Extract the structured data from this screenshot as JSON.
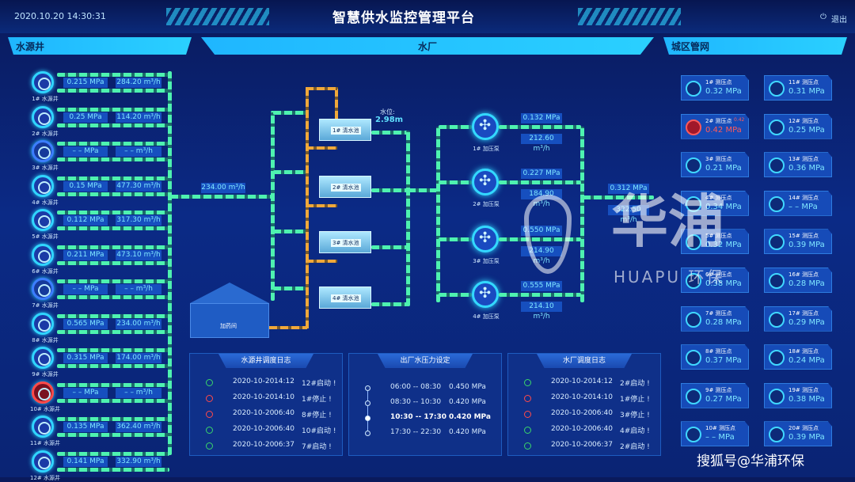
{
  "header": {
    "datetime": "2020.10.20  14:30:31",
    "title": "智慧供水监控管理平台",
    "logout": "退出"
  },
  "panels": {
    "wells": "水源井",
    "plant": "水厂",
    "city": "城区管网"
  },
  "wells": [
    {
      "name": "1# 水源井",
      "pressure": "0.215 MPa",
      "flow": "284.20 m³/h",
      "status": "on"
    },
    {
      "name": "2# 水源井",
      "pressure": "0.25 MPa",
      "flow": "114.20 m³/h",
      "status": "on"
    },
    {
      "name": "3# 水源井",
      "pressure": "– – MPa",
      "flow": "– – m³/h",
      "status": "off"
    },
    {
      "name": "4# 水源井",
      "pressure": "0.15 MPa",
      "flow": "477.30 m³/h",
      "status": "on"
    },
    {
      "name": "5# 水源井",
      "pressure": "0.112 MPa",
      "flow": "317.30 m³/h",
      "status": "on"
    },
    {
      "name": "6# 水源井",
      "pressure": "0.211 MPa",
      "flow": "473.10 m³/h",
      "status": "on"
    },
    {
      "name": "7# 水源井",
      "pressure": "– – MPa",
      "flow": "– – m³/h",
      "status": "off"
    },
    {
      "name": "8# 水源井",
      "pressure": "0.565 MPa",
      "flow": "234.00 m³/h",
      "status": "on"
    },
    {
      "name": "9# 水源井",
      "pressure": "0.315 MPa",
      "flow": "174.00 m³/h",
      "status": "on"
    },
    {
      "name": "10# 水源井",
      "pressure": "– – MPa",
      "flow": "– – m³/h",
      "status": "err"
    },
    {
      "name": "11# 水源井",
      "pressure": "0.135 MPa",
      "flow": "362.40 m³/h",
      "status": "on"
    },
    {
      "name": "12# 水源井",
      "pressure": "0.141 MPa",
      "flow": "332.90 m³/h",
      "status": "on"
    }
  ],
  "plant": {
    "inflow": "234.00 m³/h",
    "level_label": "水位:",
    "level_value": "2.98m",
    "tanks": [
      "1# 清水池",
      "2# 清水池",
      "3# 清水池",
      "4# 清水池"
    ],
    "dosing": "加药间",
    "pumps": [
      {
        "name": "1# 加压泵",
        "pressure": "0.132 MPa",
        "flow": "212.60 m³/h"
      },
      {
        "name": "2# 加压泵",
        "pressure": "0.227 MPa",
        "flow": "184.90 m³/h"
      },
      {
        "name": "3# 加压泵",
        "pressure": "0.550 MPa",
        "flow": "214.90 m³/h"
      },
      {
        "name": "4# 加压泵",
        "pressure": "0.555 MPa",
        "flow": "214.10 m³/h"
      }
    ],
    "out_pressure": "0.312 MPa",
    "out_flow": "322.50 m³/h"
  },
  "city_left": [
    {
      "name": "1# 测压点",
      "value": "0.32 MPa"
    },
    {
      "name": "2# 测压点",
      "value": "0.42 MPa",
      "alarm": "0.42",
      "status": "err"
    },
    {
      "name": "3# 测压点",
      "value": "0.21 MPa"
    },
    {
      "name": "4# 测压点",
      "value": "0.34 MPa"
    },
    {
      "name": "5# 测压点",
      "value": "0.32 MPa"
    },
    {
      "name": "6# 测压点",
      "value": "0.38 MPa"
    },
    {
      "name": "7# 测压点",
      "value": "0.28 MPa"
    },
    {
      "name": "8# 测压点",
      "value": "0.37 MPa"
    },
    {
      "name": "9# 测压点",
      "value": "0.27 MPa"
    },
    {
      "name": "10# 测压点",
      "value": "– – MPa",
      "status": "off"
    }
  ],
  "city_right": [
    {
      "name": "11# 测压点",
      "value": "0.31 MPa"
    },
    {
      "name": "12# 测压点",
      "value": "0.25 MPa"
    },
    {
      "name": "13# 测压点",
      "value": "0.36 MPa"
    },
    {
      "name": "14# 测压点",
      "value": "– – MPa",
      "status": "off"
    },
    {
      "name": "15# 测压点",
      "value": "0.39 MPa"
    },
    {
      "name": "16# 测压点",
      "value": "0.28 MPa"
    },
    {
      "name": "17# 测压点",
      "value": "0.29 MPa"
    },
    {
      "name": "18# 测压点",
      "value": "0.24 MPa"
    },
    {
      "name": "19# 测压点",
      "value": "0.38 MPa"
    },
    {
      "name": "20# 测压点",
      "value": "0.39 MPa"
    }
  ],
  "well_log": {
    "title": "水源井调度日志",
    "rows": [
      {
        "date": "2020-10-20",
        "time": "14:12",
        "msg": "12#启动 !",
        "ok": true
      },
      {
        "date": "2020-10-20",
        "time": "14:10",
        "msg": "1#停止 !",
        "ok": false
      },
      {
        "date": "2020-10-20",
        "time": "06:40",
        "msg": "8#停止 !",
        "ok": false
      },
      {
        "date": "2020-10-20",
        "time": "06:40",
        "msg": "10#启动 !",
        "ok": true
      },
      {
        "date": "2020-10-20",
        "time": "06:37",
        "msg": "7#启动 !",
        "ok": true
      }
    ]
  },
  "pressure_set": {
    "title": "出厂水压力设定",
    "rows": [
      {
        "range": "06:00 -- 08:30",
        "value": "0.450 MPa"
      },
      {
        "range": "08:30 -- 10:30",
        "value": "0.420 MPa"
      },
      {
        "range": "10:30 -- 17:30",
        "value": "0.420 MPa",
        "active": true
      },
      {
        "range": "17:30 -- 22:30",
        "value": "0.420 MPa"
      }
    ]
  },
  "plant_log": {
    "title": "水厂调度日志",
    "rows": [
      {
        "date": "2020-10-20",
        "time": "14:12",
        "msg": "2#启动 !",
        "ok": true
      },
      {
        "date": "2020-10-20",
        "time": "14:10",
        "msg": "1#停止 !",
        "ok": false
      },
      {
        "date": "2020-10-20",
        "time": "06:40",
        "msg": "3#停止 !",
        "ok": false
      },
      {
        "date": "2020-10-20",
        "time": "06:40",
        "msg": "4#启动 !",
        "ok": true
      },
      {
        "date": "2020-10-20",
        "time": "06:37",
        "msg": "2#启动 !",
        "ok": true
      }
    ]
  },
  "watermark": {
    "brand": "华浦",
    "sub": "HUAPU 环保",
    "credit": "搜狐号@华浦环保"
  }
}
